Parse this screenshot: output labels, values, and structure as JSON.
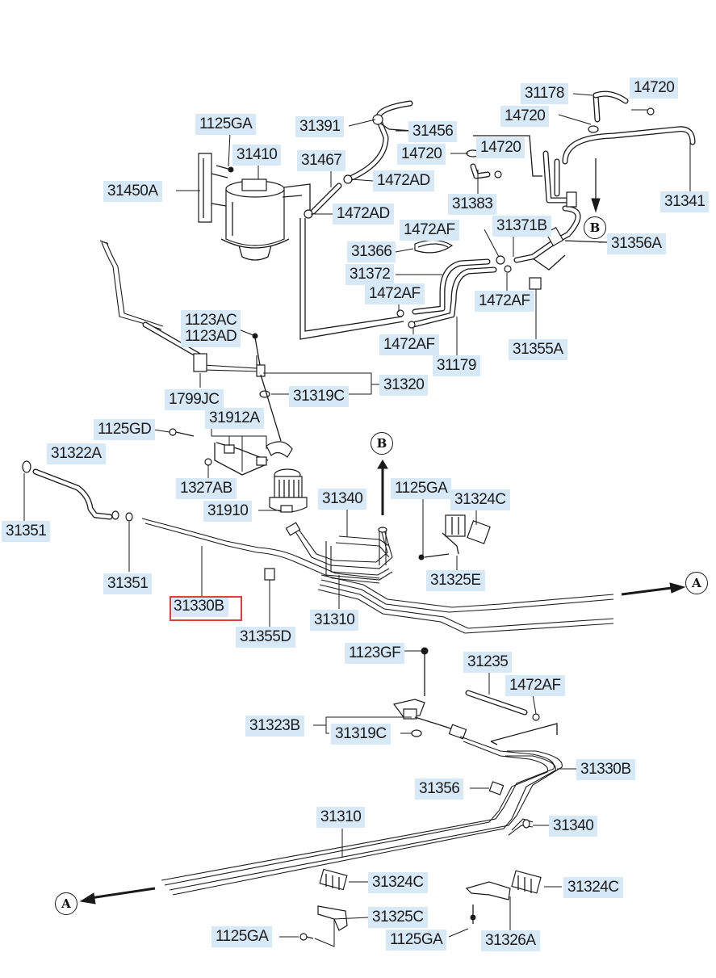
{
  "diagram": {
    "type": "exploded-parts-diagram",
    "highlighted_part": "31330B",
    "label_fill": "#d7e8f7",
    "highlight_color": "#e23b3b",
    "line_color": "#1a1a1a",
    "labels": {
      "l31178": "31178",
      "l14720_a": "14720",
      "l14720_b": "14720",
      "l14720_c": "14720",
      "l14720_d": "14720",
      "l31341": "31341",
      "l1125GA_a": "1125GA",
      "l31391": "31391",
      "l31456": "31456",
      "l31410": "31410",
      "l31450A": "31450A",
      "l31467": "31467",
      "l1472AD_a": "1472AD",
      "l1472AD_b": "1472AD",
      "l31383": "31383",
      "l1472AF_a": "1472AF",
      "l31371B": "31371B",
      "l31356A": "31356A",
      "l31366": "31366",
      "l31372": "31372",
      "l1472AF_b": "1472AF",
      "l1472AF_c": "1472AF",
      "l1472AF_d": "1472AF",
      "l31355A": "31355A",
      "l31179": "31179",
      "l1123AC": "1123AC",
      "l1123AD": "1123AD",
      "l31320": "31320",
      "l31319C_a": "31319C",
      "l1799JC": "1799JC",
      "l1125GD": "1125GD",
      "l31912A": "31912A",
      "l31322A": "31322A",
      "l1327AB": "1327AB",
      "l31351_a": "31351",
      "l31910": "31910",
      "l31340_a": "31340",
      "l1125GA_b": "1125GA",
      "l31324C_a": "31324C",
      "l31351_b": "31351",
      "l31325E": "31325E",
      "l31330B_a": "31330B",
      "l31310_a": "31310",
      "l31355D": "31355D",
      "l1123GF": "1123GF",
      "l31235": "31235",
      "l1472AF_e": "1472AF",
      "l31323B": "31323B",
      "l31319C_b": "31319C",
      "l31330B_b": "31330B",
      "l31356": "31356",
      "l31310_b": "31310",
      "l31340_b": "31340",
      "l31324C_b": "31324C",
      "l31324C_c": "31324C",
      "l31325C": "31325C",
      "l1125GA_c": "1125GA",
      "l1125GA_d": "1125GA",
      "l31326A": "31326A"
    },
    "markers": {
      "A": "A",
      "B": "B"
    }
  }
}
